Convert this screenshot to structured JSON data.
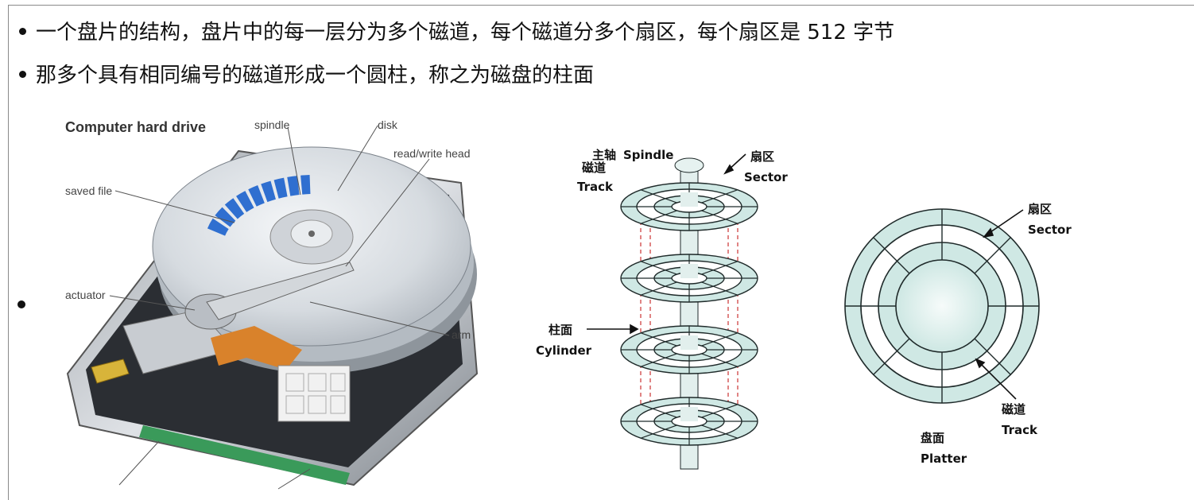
{
  "bullets": [
    "一个盘片的结构，盘片中的每一层分为多个磁道，每个磁道分多个扇区，每个扇区是 512 字节",
    "那多个具有相同编号的磁道形成一个圆柱，称之为磁盘的柱面"
  ],
  "hdd_figure": {
    "title": "Computer hard drive",
    "labels": {
      "spindle": "spindle",
      "disk": "disk",
      "read_write_head": "read/write head",
      "saved_file": "saved file",
      "actuator": "actuator",
      "arm": "arm"
    }
  },
  "cylinder_figure": {
    "spindle_cn": "主轴",
    "spindle_en": "Spindle",
    "sector_cn": "扇区",
    "sector_en": "Sector",
    "track_cn": "磁道",
    "track_en": "Track",
    "cylinder_cn": "柱面",
    "cylinder_en": "Cylinder"
  },
  "platter_figure": {
    "sector_cn": "扇区",
    "sector_en": "Sector",
    "track_cn": "磁道",
    "track_en": "Track",
    "platter_cn": "盘面",
    "platter_en": "Platter"
  },
  "colors": {
    "platter_fill": "#cfe8e4",
    "platter_stroke": "#1f2a2a",
    "saved_file_blue": "#2f6fd0",
    "ribbon_orange": "#d9822b",
    "connector_yellow": "#d8b43a",
    "pcb_green": "#3a9a5a",
    "cylinder_dash": "#cc3333"
  }
}
